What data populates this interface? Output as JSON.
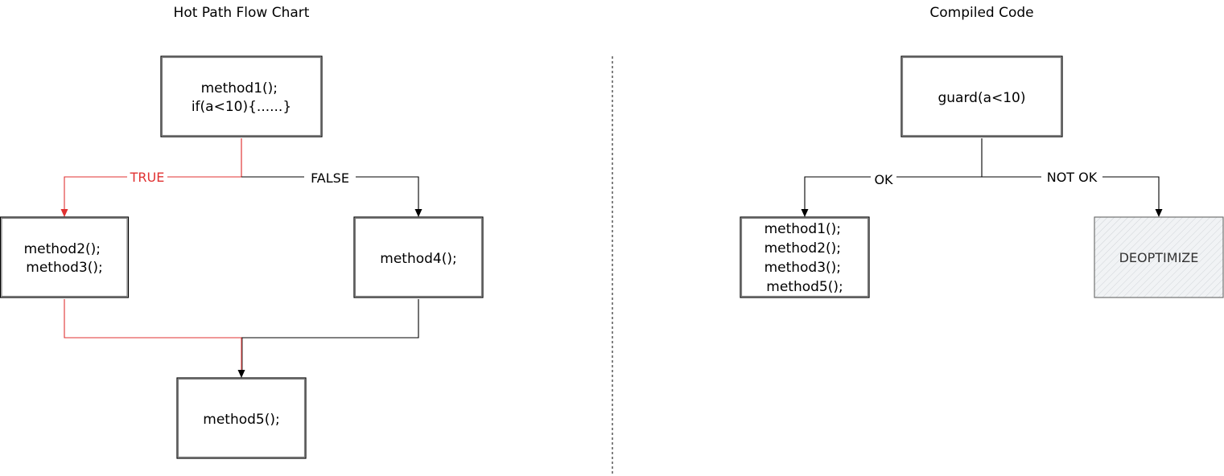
{
  "titles": {
    "left": "Hot Path Flow Chart",
    "right": "Compiled Code"
  },
  "nodes": {
    "cond": [
      "method1();",
      "if(a<10){......}"
    ],
    "true_branch": [
      "method2();",
      "method3();"
    ],
    "false_branch": [
      "method4();"
    ],
    "merge": [
      "method5();"
    ],
    "guard": [
      "guard(a<10)"
    ],
    "ok_branch": [
      "method1();",
      "method2();",
      "method3();",
      "method5();"
    ],
    "deopt": [
      "DEOPTIMIZE"
    ]
  },
  "edge_labels": {
    "true": "TRUE",
    "false": "FALSE",
    "ok": "OK",
    "not_ok": "NOT OK"
  },
  "colors": {
    "hot_path": "#e03131",
    "default": "#000000",
    "deopt_fill": "#e9ecef"
  }
}
